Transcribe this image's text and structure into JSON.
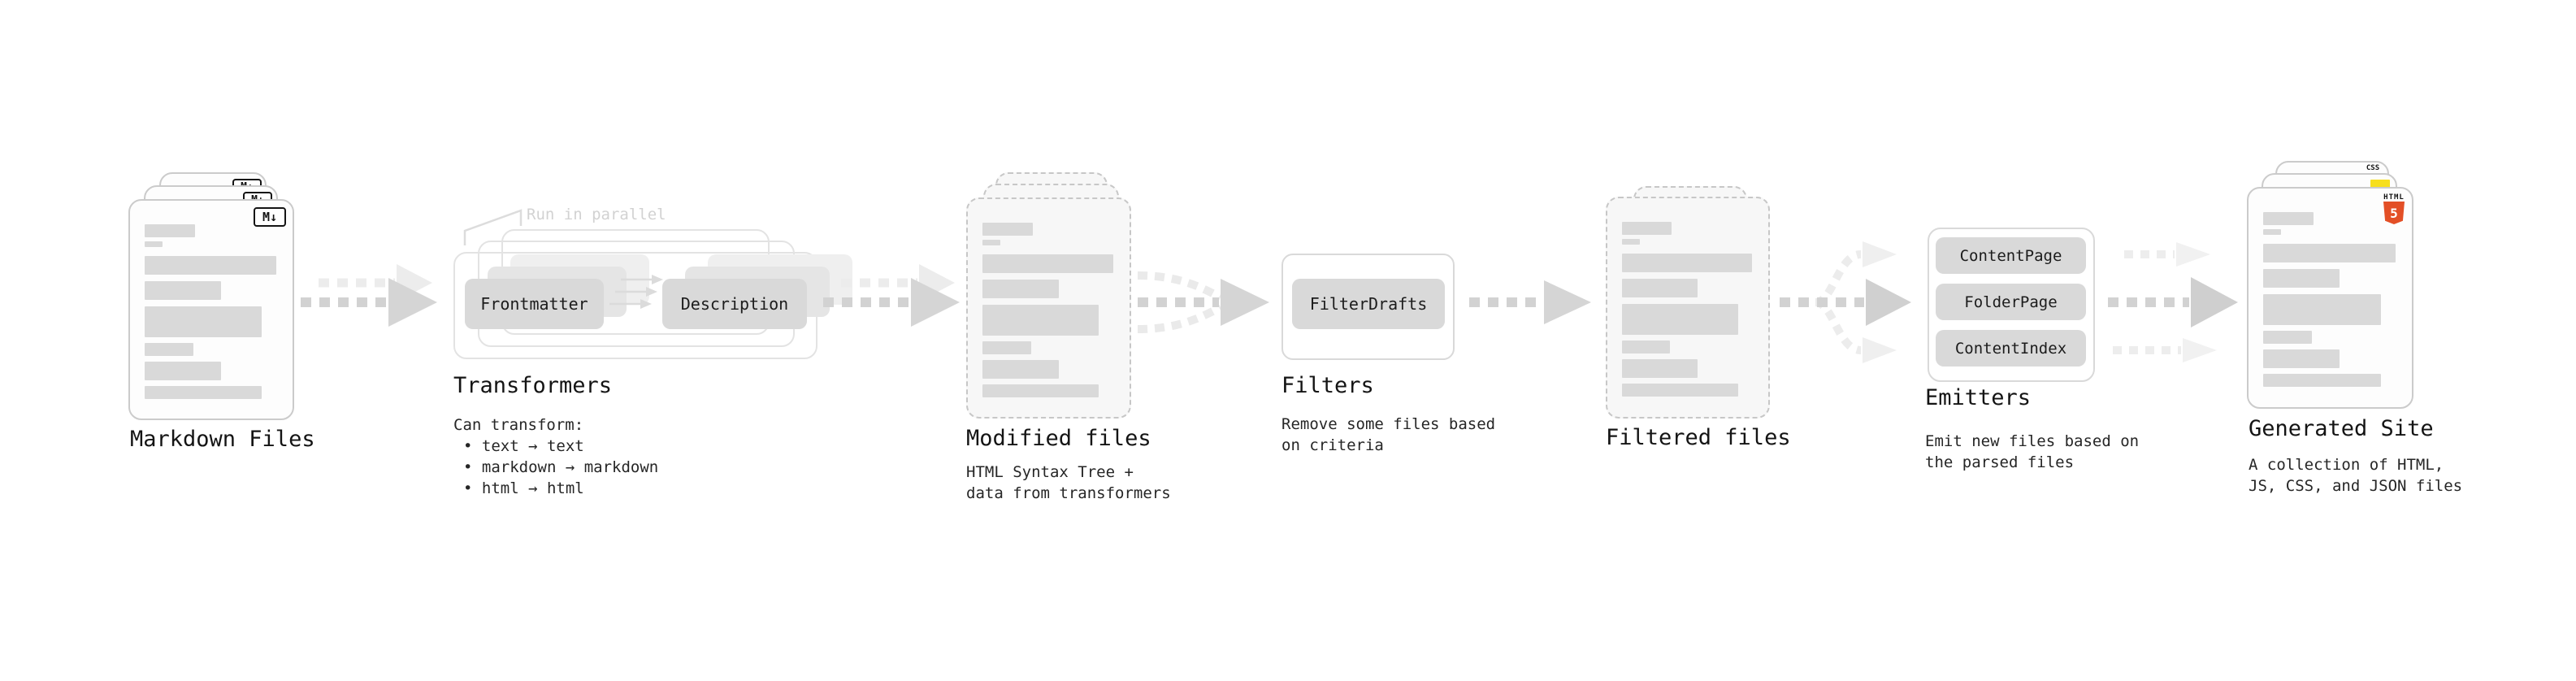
{
  "canvas": {
    "bg": "#ffffff"
  },
  "stages": {
    "markdown_files": {
      "label": "Markdown Files",
      "markdown_icon": "M↓"
    },
    "transformers": {
      "annotation": "Run in parallel",
      "input_box": "Frontmatter",
      "output_box": "Description",
      "label": "Transformers",
      "description_title": "Can transform:",
      "bullets": [
        "• text → text",
        "• markdown → markdown",
        "• html → html"
      ]
    },
    "modified_files": {
      "label": "Modified files",
      "description": [
        "HTML Syntax Tree +",
        "data from transformers"
      ]
    },
    "filters": {
      "box": "FilterDrafts",
      "label": "Filters",
      "description": [
        "Remove some files based",
        "on criteria"
      ]
    },
    "filtered_files": {
      "label": "Filtered files"
    },
    "emitters": {
      "buttons": [
        "ContentPage",
        "FolderPage",
        "ContentIndex"
      ],
      "label": "Emitters",
      "description": [
        "Emit new files based on",
        "the parsed files"
      ]
    },
    "generated_site": {
      "label": "Generated Site",
      "description": [
        "A collection of HTML,",
        "JS, CSS, and JSON files"
      ],
      "html5_icon": {
        "text": "HTML",
        "number": "5",
        "color": "#e34f26"
      },
      "js_icon": {
        "color": "#f7df1e"
      },
      "css_icon": {
        "text": "CSS",
        "color": "#2962ff"
      }
    }
  }
}
